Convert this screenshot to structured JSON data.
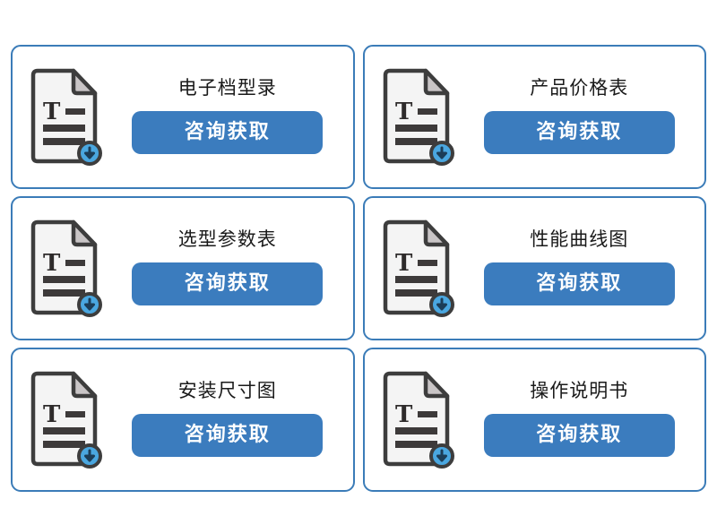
{
  "page": {
    "background_color": "#ffffff",
    "card_border_color": "#3b7cb8",
    "button_color": "#3b7cbe",
    "button_text_color": "#ffffff",
    "title_color": "#1a1a1a",
    "icon_paper_color": "#f4f4f4",
    "icon_outline_color": "#3d3d3d",
    "icon_fold_color": "#c9c5c6",
    "icon_line_color": "#3d3a3a",
    "icon_badge_color": "#4aa7e0"
  },
  "cards": [
    {
      "title": "电子档型录",
      "button_label": "咨询获取",
      "icon": "document-download-icon",
      "icon_letter": "T"
    },
    {
      "title": "产品价格表",
      "button_label": "咨询获取",
      "icon": "document-download-icon",
      "icon_letter": "T"
    },
    {
      "title": "选型参数表",
      "button_label": "咨询获取",
      "icon": "document-download-icon",
      "icon_letter": "T"
    },
    {
      "title": "性能曲线图",
      "button_label": "咨询获取",
      "icon": "document-download-icon",
      "icon_letter": "T"
    },
    {
      "title": "安装尺寸图",
      "button_label": "咨询获取",
      "icon": "document-download-icon",
      "icon_letter": "T"
    },
    {
      "title": "操作说明书",
      "button_label": "咨询获取",
      "icon": "document-download-icon",
      "icon_letter": "T"
    }
  ]
}
